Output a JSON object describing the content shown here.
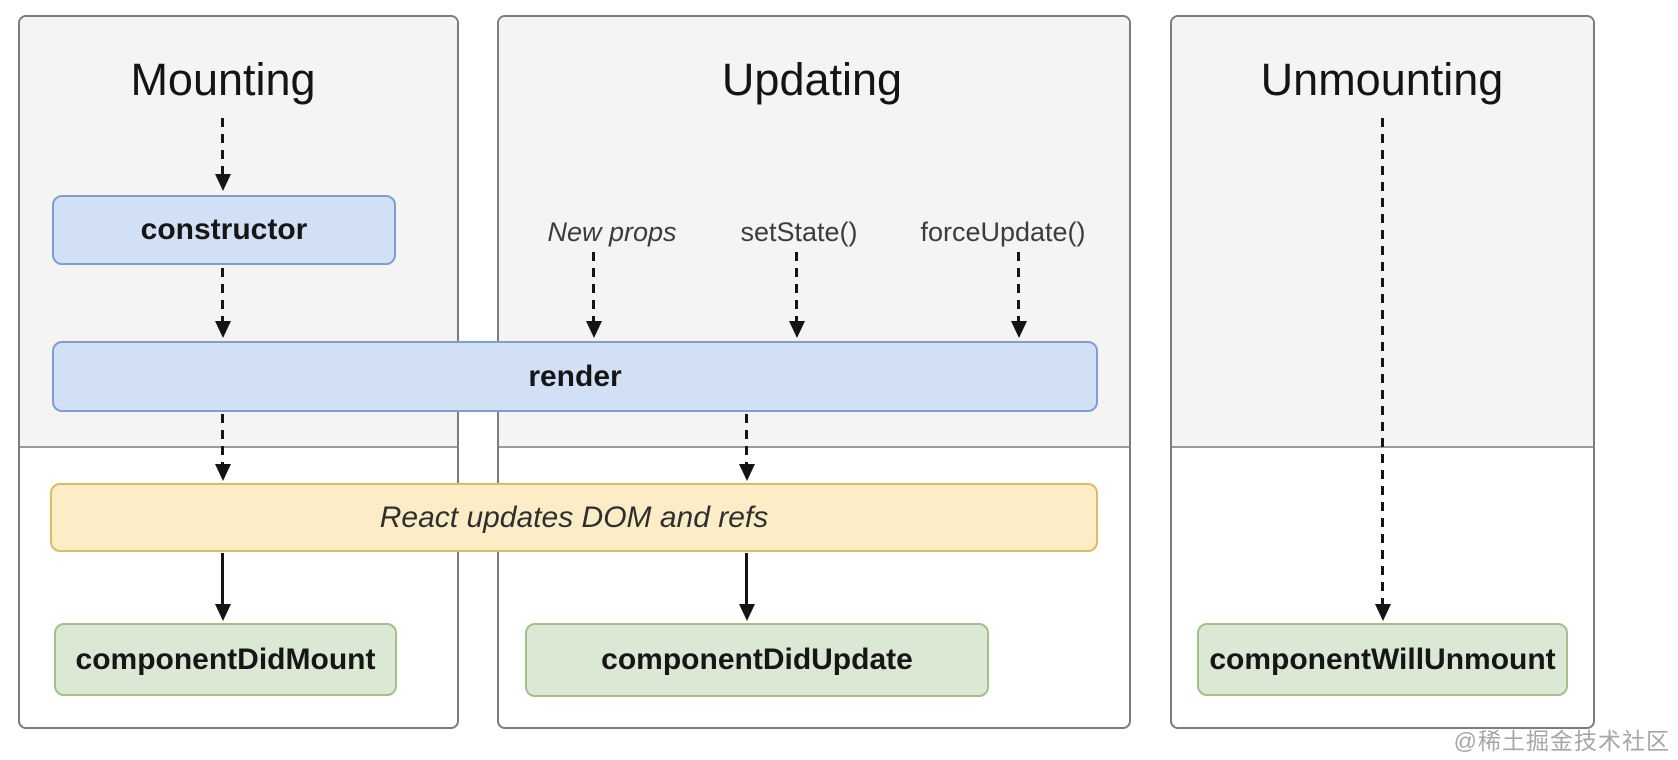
{
  "panels": {
    "mounting": {
      "title": "Mounting"
    },
    "updating": {
      "title": "Updating",
      "triggers": [
        {
          "label": "New props"
        },
        {
          "label": "setState()"
        },
        {
          "label": "forceUpdate()"
        }
      ]
    },
    "unmounting": {
      "title": "Unmounting"
    }
  },
  "nodes": {
    "constructor": {
      "label": "constructor"
    },
    "render": {
      "label": "render"
    },
    "react_updates_dom": {
      "label": "React updates DOM and refs"
    },
    "component_did_mount": {
      "label": "componentDidMount"
    },
    "component_did_update": {
      "label": "componentDidUpdate"
    },
    "component_will_unmount": {
      "label": "componentWillUnmount"
    }
  },
  "watermark": {
    "label": "@稀土掘金技术社区"
  },
  "colors": {
    "lifecycle_box_fill": "#d2e0f6",
    "lifecycle_box_border": "#7f9fd1",
    "side_effect_fill": "#fdedc6",
    "side_effect_border": "#ddbb64",
    "commit_box_fill": "#dbe8d4",
    "commit_box_border": "#a3c08b",
    "render_phase_fill": "#f5f4f2",
    "commit_phase_fill": "#ffffff",
    "panel_border": "#7c7c7c",
    "arrow_color": "#141414",
    "watermark_color": "#a6a6a6"
  }
}
